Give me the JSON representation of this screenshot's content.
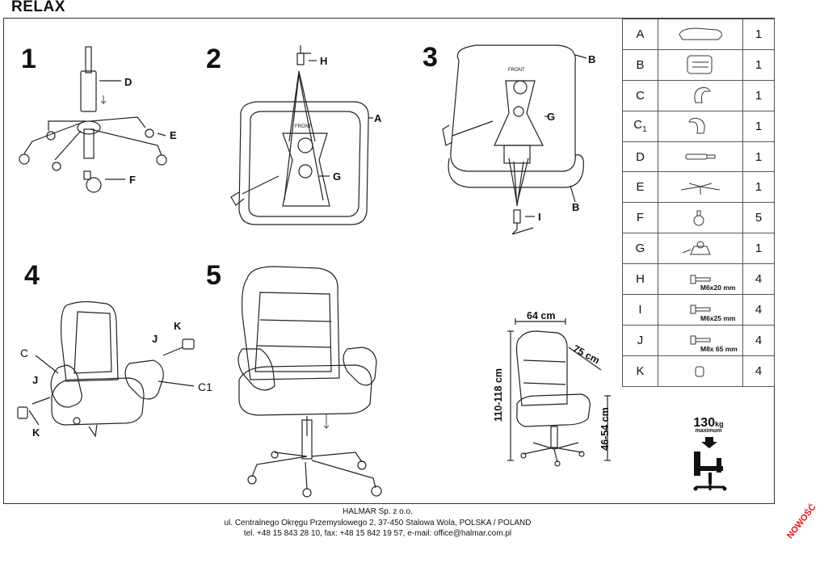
{
  "title": "RELAX",
  "steps": [
    "1",
    "2",
    "3",
    "4",
    "5"
  ],
  "labels": {
    "s1": [
      "D",
      "E",
      "F"
    ],
    "s2": [
      "H",
      "A",
      "G"
    ],
    "s2_front": "FRONT",
    "s3": [
      "B",
      "G",
      "B",
      "I"
    ],
    "s3_front": "FRONT",
    "s4": [
      "C",
      "J",
      "K",
      "C1",
      "J",
      "K"
    ]
  },
  "parts": [
    {
      "letter": "A",
      "qty": "1",
      "icon": "seat-cushion-icon",
      "spec": ""
    },
    {
      "letter": "B",
      "qty": "1",
      "icon": "backrest-icon",
      "spec": ""
    },
    {
      "letter": "C",
      "qty": "1",
      "icon": "armrest-left-icon",
      "spec": ""
    },
    {
      "letter": "C1",
      "qty": "1",
      "icon": "armrest-right-icon",
      "spec": ""
    },
    {
      "letter": "D",
      "qty": "1",
      "icon": "gas-lift-icon",
      "spec": ""
    },
    {
      "letter": "E",
      "qty": "1",
      "icon": "star-base-icon",
      "spec": ""
    },
    {
      "letter": "F",
      "qty": "5",
      "icon": "caster-icon",
      "spec": ""
    },
    {
      "letter": "G",
      "qty": "1",
      "icon": "mechanism-icon",
      "spec": ""
    },
    {
      "letter": "H",
      "qty": "4",
      "icon": "bolt-icon",
      "spec": "M6x20 mm"
    },
    {
      "letter": "I",
      "qty": "4",
      "icon": "bolt-icon",
      "spec": "M6x25 mm"
    },
    {
      "letter": "J",
      "qty": "4",
      "icon": "bolt-icon",
      "spec": "M8x 65 mm"
    },
    {
      "letter": "K",
      "qty": "4",
      "icon": "cap-icon",
      "spec": ""
    }
  ],
  "dimensions": {
    "width": "64 cm",
    "depth": "75 cm",
    "height": "110-118 cm",
    "seat_height": "46-54 cm"
  },
  "max_load": {
    "value": "130",
    "unit": "kg",
    "note": "maximum"
  },
  "footer": {
    "company": "HALMAR Sp. z o.o.",
    "address": "ul. Centralnego Okręgu Przemysłowego 2, 37-450 Stalowa Wola, POLSKA / POLAND",
    "contact": "tel. +48 15 843 28 10, fax: +48 15 842 19 57, e-mail: office@halmar.com.pl"
  },
  "badge": "NOWOŚĆ"
}
